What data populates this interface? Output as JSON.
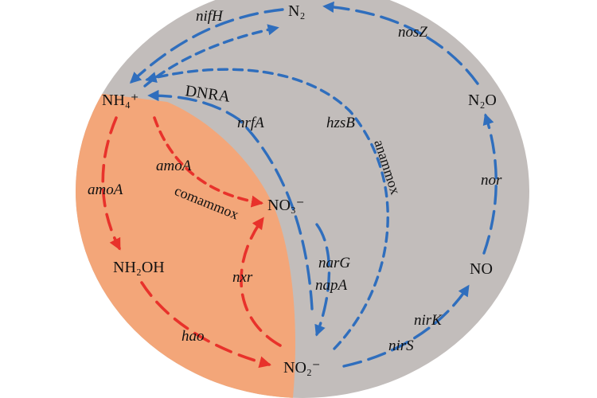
{
  "colors": {
    "background": "#ffffff",
    "circle": "#c2bdbb",
    "oxic_region": "#f3a679",
    "oxidation_arrows": "#e8322b",
    "reduction_arrows": "#2f6ebd"
  },
  "compounds": {
    "n2": "N₂",
    "nh4": "NH₄⁺",
    "no3": "NO₃⁻",
    "nh2oh": "NH₂OH",
    "no2": "NO₂⁻",
    "n2o": "N₂O",
    "no": "NO"
  },
  "genes": {
    "nifH": "nifH",
    "nosZ": "nosZ",
    "nrfA": "nrfA",
    "hzsB": "hzsB",
    "amoA_left": "amoA",
    "amoA_center": "amoA",
    "nxr": "nxr",
    "hao": "hao",
    "narG": "narG",
    "napA": "napA",
    "nor": "nor",
    "nirK": "nirK",
    "nirS": "nirS"
  },
  "processes": {
    "dnra": "DNRA",
    "comammox": "comammox",
    "anammox": "anammox"
  }
}
